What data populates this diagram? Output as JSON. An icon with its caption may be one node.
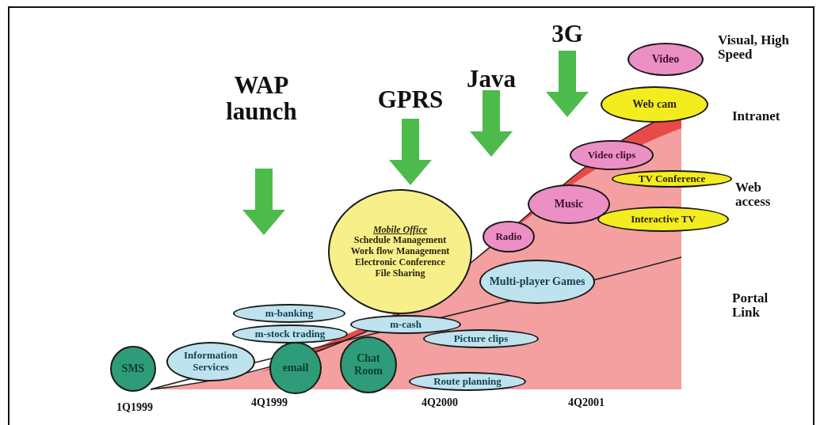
{
  "diagram": {
    "nodes": [
      {
        "text": [
          "SMS"
        ]
      },
      {
        "text": [
          "Information Services"
        ]
      },
      {
        "text": [
          "m-banking"
        ]
      },
      {
        "text": [
          "m-stock trading"
        ]
      },
      {
        "text": [
          "email"
        ]
      },
      {
        "text": [
          "Mobile Office",
          "Schedule Management",
          "Work flow Management",
          "Electronic Conference",
          "File Sharing"
        ]
      },
      {
        "text": [
          "m-cash"
        ]
      },
      {
        "text": [
          "Chat Room"
        ]
      },
      {
        "text": [
          "Picture clips"
        ]
      },
      {
        "text": [
          "Route planning"
        ]
      },
      {
        "text": [
          "Radio"
        ]
      },
      {
        "text": [
          "Multi-player Games"
        ]
      },
      {
        "text": [
          "Music"
        ]
      },
      {
        "text": [
          "Video clips"
        ]
      },
      {
        "text": [
          "TV Conference"
        ]
      },
      {
        "text": [
          "Interactive TV"
        ]
      },
      {
        "text": [
          "Web cam"
        ]
      },
      {
        "text": [
          "Video"
        ]
      }
    ],
    "labels": [
      "WAP launch",
      "GPRS",
      "Java",
      "3G",
      "Visual, High Speed",
      "Intranet",
      "Web access",
      "Portal Link",
      "1Q1999",
      "4Q1999",
      "4Q2000",
      "4Q2001"
    ]
  }
}
